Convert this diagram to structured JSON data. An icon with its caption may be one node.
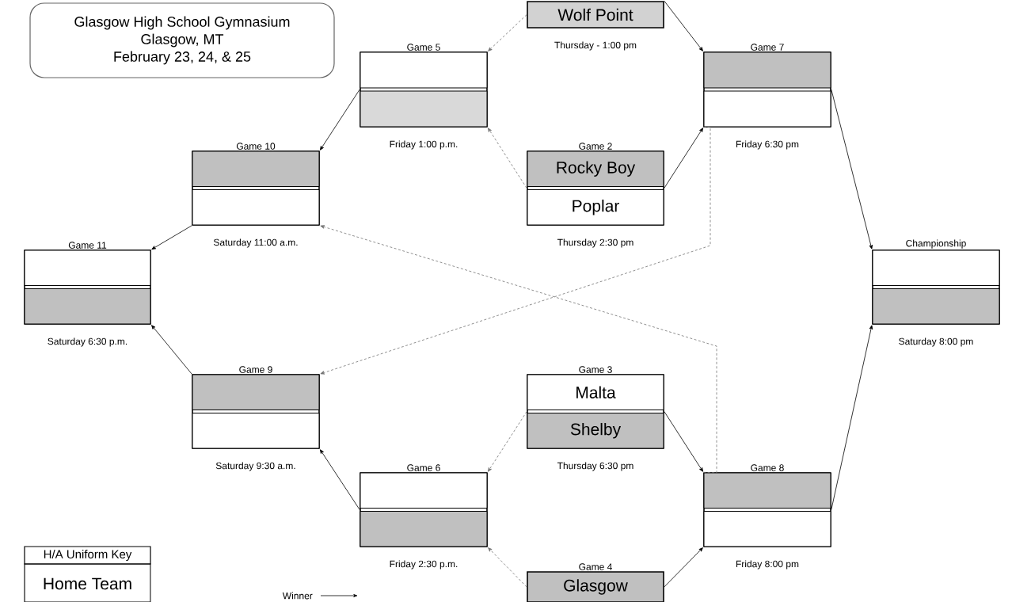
{
  "diagram": {
    "nodes": [
      {
        "text": [
          "Glasgow High School Gymnasium",
          "Glasgow, MT",
          "February 23, 24, & 25"
        ]
      },
      {
        "text": [
          "Wolf Point"
        ],
        "beside": [
          "Thursday - 1:00 pm"
        ]
      },
      {
        "text": [
          "Game 5"
        ],
        "beside": [
          "Friday 1:00 p.m."
        ]
      },
      {
        "text": [],
        "shape": "box",
        "in": 2
      },
      {
        "text": [],
        "shape": "box",
        "in": 2
      },
      {
        "text": [
          "Game 7"
        ],
        "beside": [
          "Friday 6:30 pm"
        ]
      },
      {
        "text": [],
        "shape": "box",
        "in": 5
      },
      {
        "text": [],
        "shape": "box",
        "in": 5
      },
      {
        "text": [
          "Game 10"
        ],
        "beside": [
          "Saturday 11:00 a.m."
        ]
      },
      {
        "text": [],
        "shape": "box",
        "in": 8
      },
      {
        "text": [],
        "shape": "box",
        "in": 8
      },
      {
        "text": [
          "Game 2"
        ],
        "beside": [
          "Thursday 2:30 pm"
        ]
      },
      {
        "text": [
          "Rocky Boy"
        ],
        "in": 11
      },
      {
        "text": [
          "Poplar"
        ],
        "in": 11
      },
      {
        "text": [
          "Game 11"
        ],
        "beside": [
          "Saturday 6:30 p.m."
        ]
      },
      {
        "text": [],
        "shape": "box",
        "in": 14
      },
      {
        "text": [],
        "shape": "box",
        "in": 14
      },
      {
        "text": [
          "Championship"
        ],
        "beside": [
          "Saturday 8:00 pm"
        ]
      },
      {
        "text": [],
        "shape": "box",
        "in": 17
      },
      {
        "text": [],
        "shape": "box",
        "in": 17
      },
      {
        "text": [
          "Game 9"
        ],
        "beside": [
          "Saturday 9:30 a.m."
        ]
      },
      {
        "text": [],
        "shape": "box",
        "in": 20
      },
      {
        "text": [],
        "shape": "box",
        "in": 20
      },
      {
        "text": [
          "Game 3"
        ],
        "beside": [
          "Thursday 6:30 pm"
        ]
      },
      {
        "text": [
          "Malta"
        ],
        "in": 23
      },
      {
        "text": [
          "Shelby"
        ],
        "in": 23
      },
      {
        "text": [
          "Game 6"
        ],
        "beside": [
          "Friday 2:30 p.m."
        ]
      },
      {
        "text": [],
        "shape": "box",
        "in": 26
      },
      {
        "text": [],
        "shape": "box",
        "in": 26
      },
      {
        "text": [
          "Game 8"
        ],
        "beside": [
          "Friday 8:00 pm"
        ]
      },
      {
        "text": [],
        "shape": "box",
        "in": 29
      },
      {
        "text": [],
        "shape": "box",
        "in": 29
      },
      {
        "text": [
          "Game 4",
          "Glasgow"
        ]
      }
    ],
    "edges": [
      {
        "from": 1,
        "to": 5,
        "arrow": "to"
      },
      {
        "from": 11,
        "to": 5,
        "arrow": "to"
      },
      {
        "from": 1,
        "to": 2,
        "arrow": "to",
        "style": "dashed",
        "color": "#737373"
      },
      {
        "from": 11,
        "to": 2,
        "arrow": "to",
        "style": "dashed",
        "color": "#737373"
      },
      {
        "from": 2,
        "to": 8,
        "arrow": "to"
      },
      {
        "from": 8,
        "to": 14,
        "arrow": "to"
      },
      {
        "from": 5,
        "to": 17,
        "arrow": "to"
      },
      {
        "from": 5,
        "to": 20,
        "arrow": "to",
        "style": "dashed",
        "color": "#737373"
      },
      {
        "from": 29,
        "to": 8,
        "arrow": "to",
        "style": "dashed",
        "color": "#737373"
      },
      {
        "from": 20,
        "to": 14,
        "arrow": "to"
      },
      {
        "from": 23,
        "to": 29,
        "arrow": "to"
      },
      {
        "from": 32,
        "to": 29,
        "arrow": "to"
      },
      {
        "from": 23,
        "to": 26,
        "arrow": "to",
        "style": "dashed",
        "color": "#737373"
      },
      {
        "from": 32,
        "to": 26,
        "arrow": "to",
        "style": "dashed",
        "color": "#737373"
      },
      {
        "from": 26,
        "to": 20,
        "arrow": "to"
      },
      {
        "from": 29,
        "to": 17,
        "arrow": "to"
      }
    ],
    "labels": [
      "H/A Uniform Key"
    ],
    "legend": [
      {
        "text": "Home Team",
        "color": "#ffffff"
      },
      {
        "text": "Winner"
      }
    ]
  }
}
